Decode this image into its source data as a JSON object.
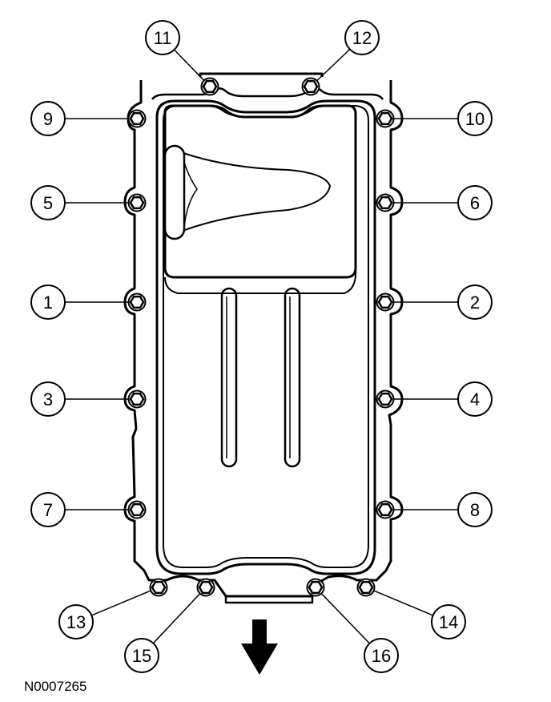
{
  "figure_id": "N0007265",
  "stroke_color": "#000000",
  "background_color": "#ffffff",
  "arrow_direction": "down",
  "bolts": [
    {
      "label": "1",
      "side": "left"
    },
    {
      "label": "2",
      "side": "right"
    },
    {
      "label": "3",
      "side": "left"
    },
    {
      "label": "4",
      "side": "right"
    },
    {
      "label": "5",
      "side": "left"
    },
    {
      "label": "6",
      "side": "right"
    },
    {
      "label": "7",
      "side": "left"
    },
    {
      "label": "8",
      "side": "right"
    },
    {
      "label": "9",
      "side": "left"
    },
    {
      "label": "10",
      "side": "right"
    },
    {
      "label": "11",
      "side": "top"
    },
    {
      "label": "12",
      "side": "top"
    },
    {
      "label": "13",
      "side": "bottom"
    },
    {
      "label": "14",
      "side": "bottom"
    },
    {
      "label": "15",
      "side": "bottom"
    },
    {
      "label": "16",
      "side": "bottom"
    }
  ]
}
